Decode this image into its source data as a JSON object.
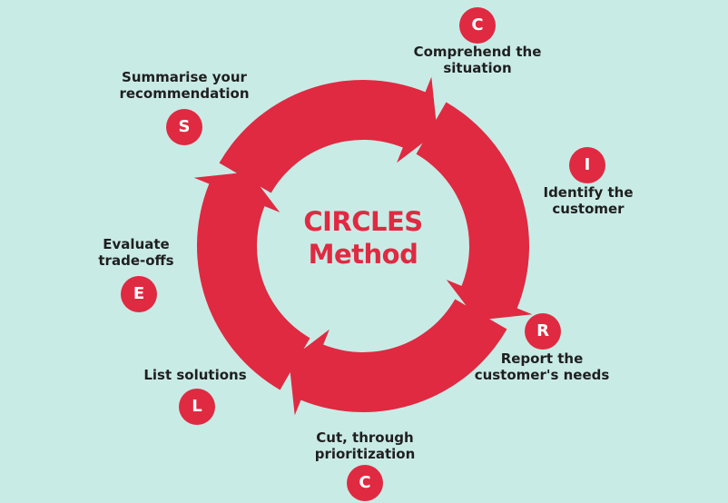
{
  "colors": {
    "background": "#c9ebe6",
    "accent": "#df2a41",
    "text": "#1f1f1f"
  },
  "center": {
    "line1": "CIRCLES",
    "line2": "Method"
  },
  "steps": [
    {
      "letter": "C",
      "line1": "Comprehend the",
      "line2": "situation"
    },
    {
      "letter": "I",
      "line1": "Identify the",
      "line2": "customer"
    },
    {
      "letter": "R",
      "line1": "Report the",
      "line2": "customer's needs"
    },
    {
      "letter": "C",
      "line1": "Cut, through",
      "line2": "prioritization"
    },
    {
      "letter": "L",
      "line1": "List solutions",
      "line2": ""
    },
    {
      "letter": "E",
      "line1": "Evaluate",
      "line2": "trade-offs"
    },
    {
      "letter": "S",
      "line1": "Summarise your",
      "line2": "recommendation"
    }
  ]
}
